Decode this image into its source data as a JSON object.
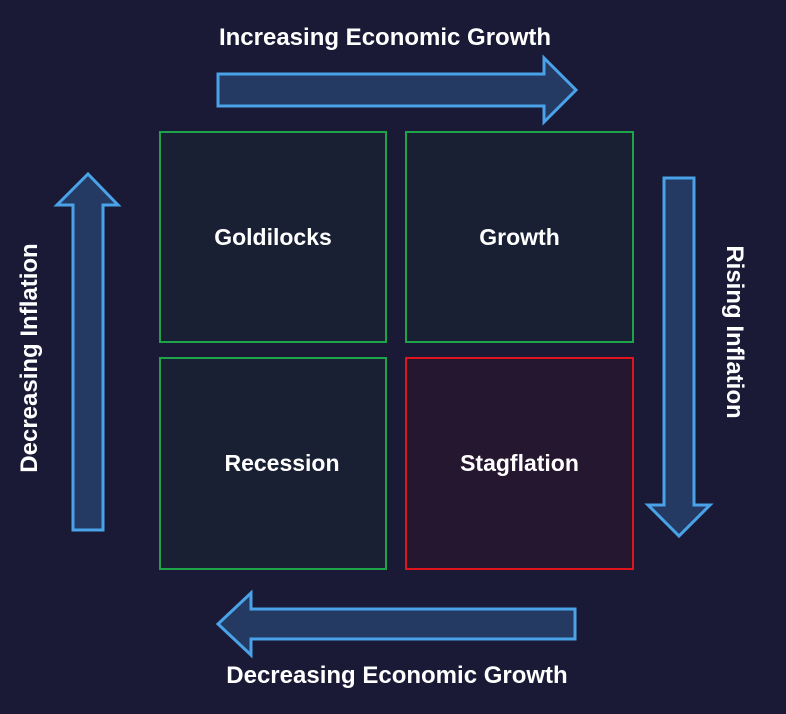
{
  "labels": {
    "top": "Increasing Economic Growth",
    "bottom": "Decreasing Economic Growth",
    "left": "Decreasing Inflation",
    "right": "Rising Inflation"
  },
  "quadrants": [
    {
      "label": "Goldilocks"
    },
    {
      "label": "Growth"
    },
    {
      "label": "Recession"
    },
    {
      "label": "Stagflation"
    }
  ],
  "colors": {
    "background": "#1a1a36",
    "arrow_fill": "#243a63",
    "arrow_stroke": "#4aa3e8",
    "quadrant_border": "#1fa34a",
    "stagflation_border": "#e0141c"
  }
}
